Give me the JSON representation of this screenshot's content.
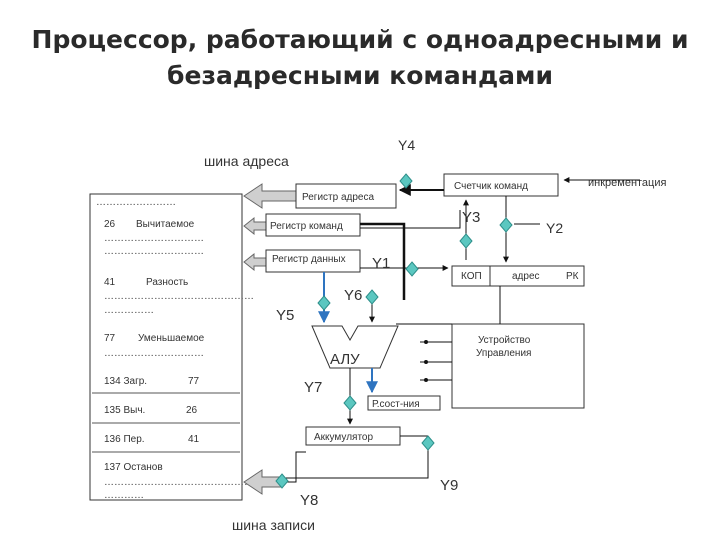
{
  "title": {
    "line1": "Процессор, работающий с одноадресными и",
    "line2": "безадресными командами"
  },
  "buses": {
    "address": "шина адреса",
    "write": "шина записи",
    "increment": "инкрементация"
  },
  "registers": {
    "address": "Регистр адреса",
    "command": "Регистр команд",
    "data": "Регистр данных",
    "counter": "Счетчик команд",
    "cop": "КОП",
    "addr_field": "адрес",
    "pk": "РК",
    "control_line1": "Устройство",
    "control_line2": "Управления",
    "alu": "АЛУ",
    "status": "Р.сост-ния",
    "accumulator": "Аккумулятор"
  },
  "signals": {
    "y1": "Y1",
    "y2": "Y2",
    "y3": "Y3",
    "y4": "Y4",
    "y5": "Y5",
    "y6": "Y6",
    "y7": "Y7",
    "y8": "Y8",
    "y9": "Y9"
  },
  "memory": {
    "dots_top": "……………………",
    "row26_addr": "26",
    "row26_label": "Вычитаемое",
    "dots_a": "…………………………",
    "dots_b": "…………………………",
    "row41_addr": "41",
    "row41_label": "Разность",
    "dots_c": "………………………………………",
    "dots_d": "……………",
    "row77_addr": "77",
    "row77_label": "Уменьшаемое",
    "dots_e": "…………………………",
    "cmd134": "134 Загр.",
    "cmd134_val": "77",
    "cmd135": "135 Выч.",
    "cmd135_val": "26",
    "cmd136": "136 Пер.",
    "cmd136_val": "41",
    "cmd137": "137 Останов",
    "dots_f": "………………………………………",
    "dots_g": "…………"
  }
}
